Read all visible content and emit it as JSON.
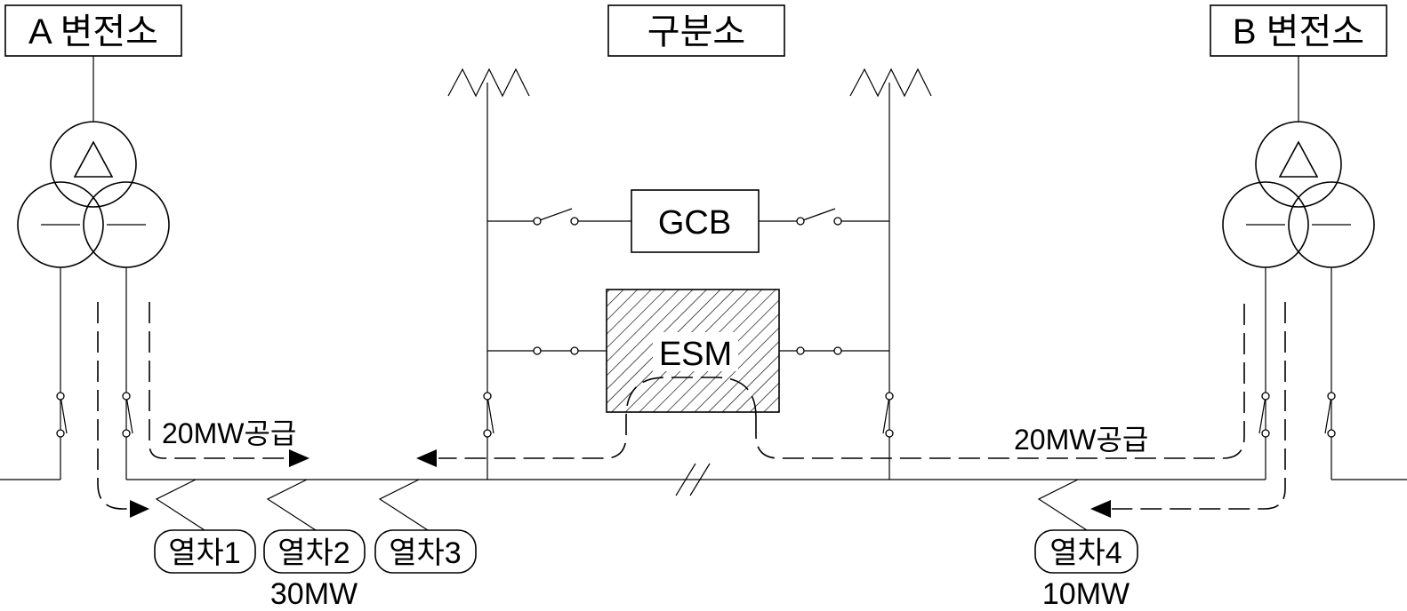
{
  "stations": {
    "a_label": "A 변전소",
    "b_label": "B 변전소",
    "sectioning_label": "구분소"
  },
  "devices": {
    "gcb_label": "GCB",
    "esm_label": "ESM"
  },
  "flows": {
    "left_supply": "20MW공급",
    "right_supply": "20MW공급"
  },
  "trains": [
    {
      "label": "열차1"
    },
    {
      "label": "열차2"
    },
    {
      "label": "열차3"
    },
    {
      "label": "열차4"
    }
  ],
  "loads": {
    "left_load": "30MW",
    "right_load": "10MW"
  }
}
